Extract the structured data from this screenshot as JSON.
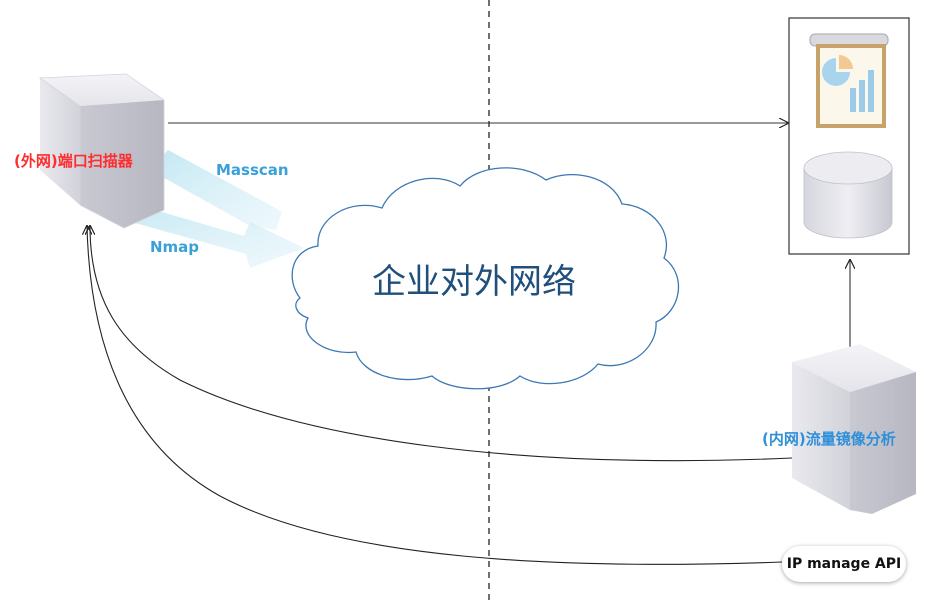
{
  "labels": {
    "scanner": "(外网)端口扫描器",
    "masscan": "Masscan",
    "nmap": "Nmap",
    "network_cloud": "企业对外网络",
    "traffic_mirror": "(内网)流量镜像分析",
    "ip_api": "IP manage API"
  },
  "colors": {
    "scanner_label": "#ff2d2d",
    "tool_label": "#3aa0d8",
    "cloud_text": "#1f4f7a",
    "cloud_stroke": "#3b78b4",
    "mirror_label": "#2f8fd8"
  },
  "icons": {
    "scanner_server": "server-icon",
    "traffic_server": "server-icon",
    "dashboard": "presentation-chart-icon",
    "storage": "database-icon"
  }
}
